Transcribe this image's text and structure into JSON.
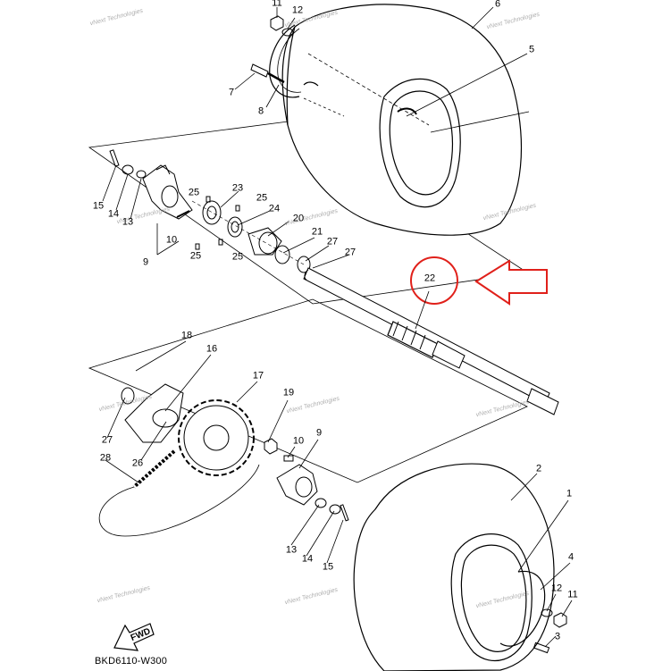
{
  "diagram_code": "BKD6110-W300",
  "fwd_label": "FWD",
  "highlighted_part": "22",
  "highlight_color": "#e0201a",
  "watermark_text": "vNext Technologies",
  "callouts": {
    "p1": "1",
    "p2": "2",
    "p3": "3",
    "p4": "4",
    "p5": "5",
    "p6": "6",
    "p7": "7",
    "p8": "8",
    "p9a": "9",
    "p9b": "9",
    "p10a": "10",
    "p10b": "10",
    "p11a": "11",
    "p11b": "11",
    "p12a": "12",
    "p12b": "12",
    "p13a": "13",
    "p13b": "13",
    "p14a": "14",
    "p14b": "14",
    "p15a": "15",
    "p15b": "15",
    "p16": "16",
    "p17": "17",
    "p18": "18",
    "p19": "19",
    "p20": "20",
    "p21": "21",
    "p22": "22",
    "p23": "23",
    "p24": "24",
    "p25a": "25",
    "p25b": "25",
    "p25c": "25",
    "p25d": "25",
    "p26": "26",
    "p27a": "27",
    "p27b": "27",
    "p27c": "27",
    "p28": "28"
  }
}
